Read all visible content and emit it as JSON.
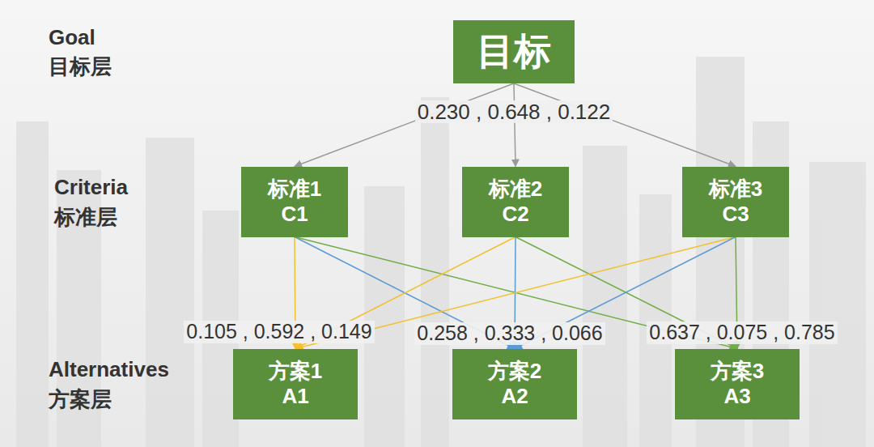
{
  "diagram": {
    "nodes": [
      {
        "text": [
          "目标"
        ]
      },
      {
        "text": [
          "标准1",
          "C1"
        ]
      },
      {
        "text": [
          "标准2",
          "C2"
        ]
      },
      {
        "text": [
          "标准3",
          "C3"
        ]
      },
      {
        "text": [
          "方案1",
          "A1"
        ]
      },
      {
        "text": [
          "方案2",
          "A2"
        ]
      },
      {
        "text": [
          "方案3",
          "A3"
        ]
      }
    ],
    "edges": [
      {
        "from": 0,
        "to": 1,
        "arrow": "to"
      },
      {
        "from": 0,
        "to": 2,
        "arrow": "to"
      },
      {
        "from": 0,
        "to": 3,
        "arrow": "to"
      },
      {
        "from": 1,
        "to": 4,
        "arrow": "to"
      },
      {
        "from": 1,
        "to": 5,
        "arrow": "to"
      },
      {
        "from": 1,
        "to": 6,
        "arrow": "to"
      },
      {
        "from": 2,
        "to": 4,
        "arrow": "to"
      },
      {
        "from": 2,
        "to": 5,
        "arrow": "to"
      },
      {
        "from": 2,
        "to": 6,
        "arrow": "to"
      },
      {
        "from": 3,
        "to": 4,
        "arrow": "to"
      },
      {
        "from": 3,
        "to": 5,
        "arrow": "to"
      },
      {
        "from": 3,
        "to": 6,
        "arrow": "to"
      }
    ],
    "labels": [
      "Goal",
      "目标层",
      "0.230 , 0.648 , 0.122",
      "Criteria",
      "标准层",
      "0.105 , 0.592 , 0.149",
      "0.258 , 0.333 , 0.066",
      "0.637 , 0.075 , 0.785",
      "Alternatives",
      "方案层"
    ]
  }
}
